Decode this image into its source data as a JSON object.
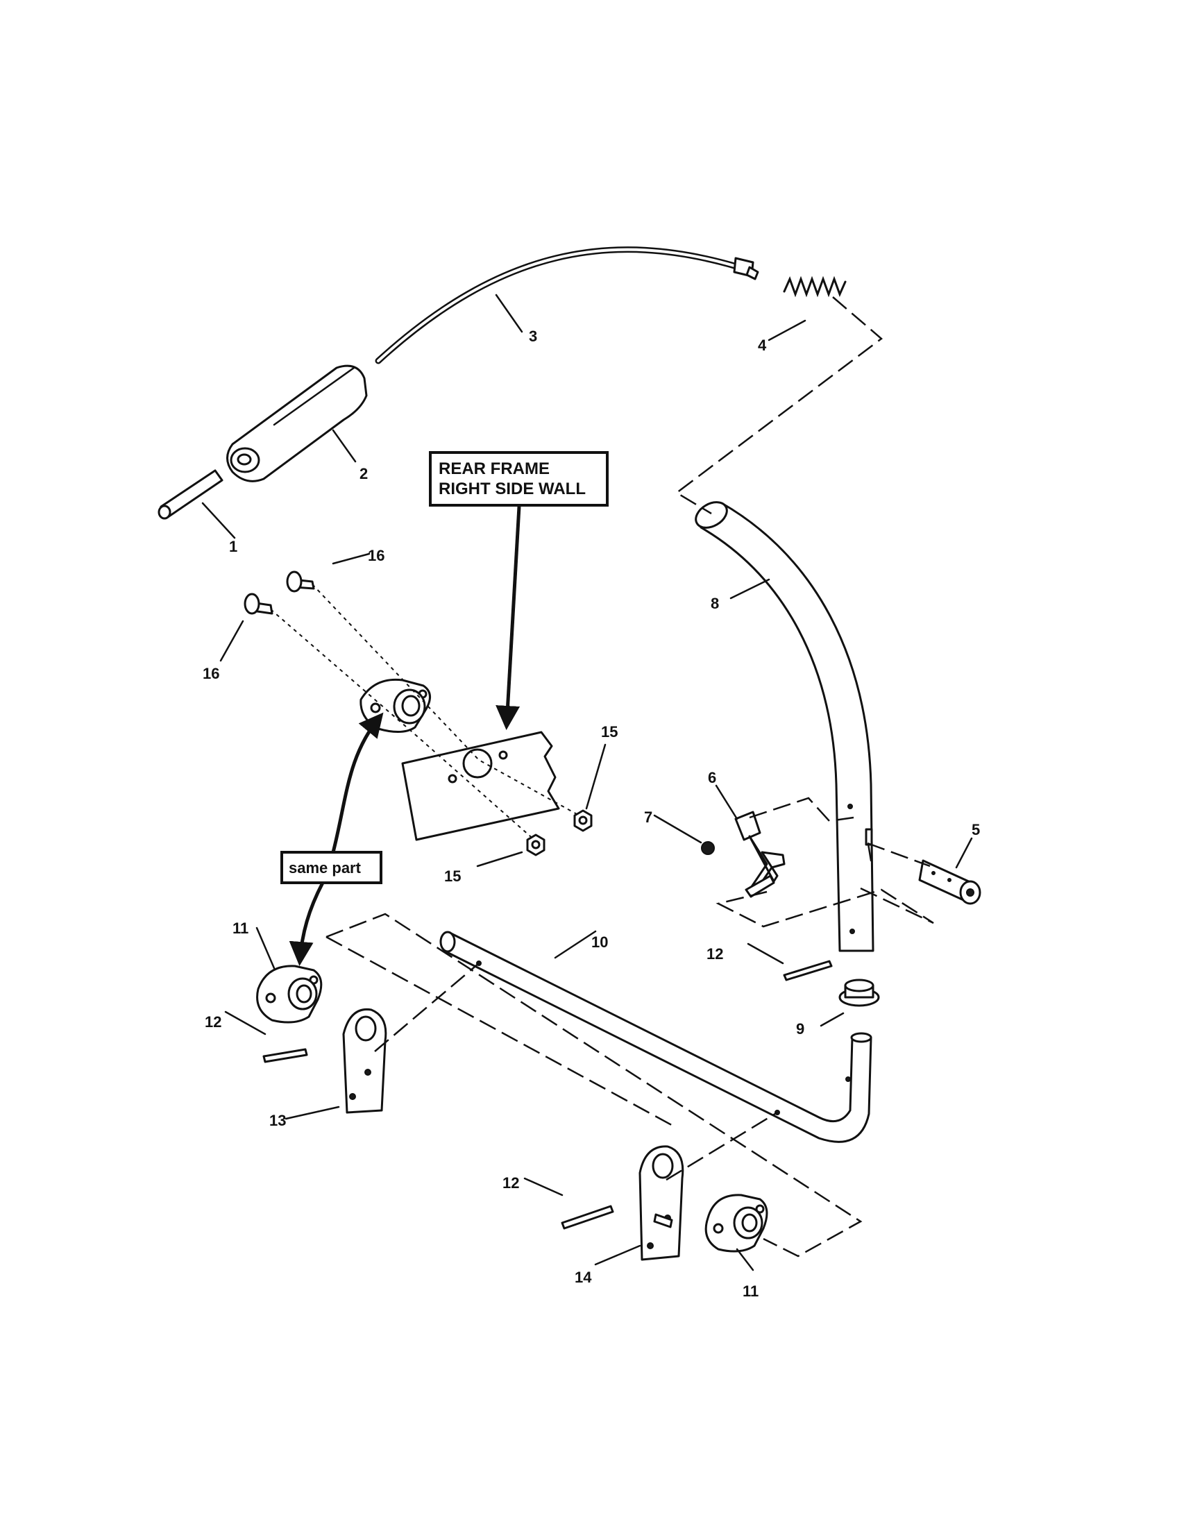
{
  "callouts": {
    "c1": "1",
    "c2": "2",
    "c3": "3",
    "c4": "4",
    "c5": "5",
    "c6": "6",
    "c7": "7",
    "c8": "8",
    "c9": "9",
    "c10": "10",
    "c11": "11",
    "c12": "12",
    "c13": "13",
    "c14": "14",
    "c15": "15",
    "c16": "16"
  },
  "labels": {
    "rear_frame_line1": "REAR FRAME",
    "rear_frame_line2": "RIGHT SIDE WALL",
    "same_part": "same part"
  }
}
